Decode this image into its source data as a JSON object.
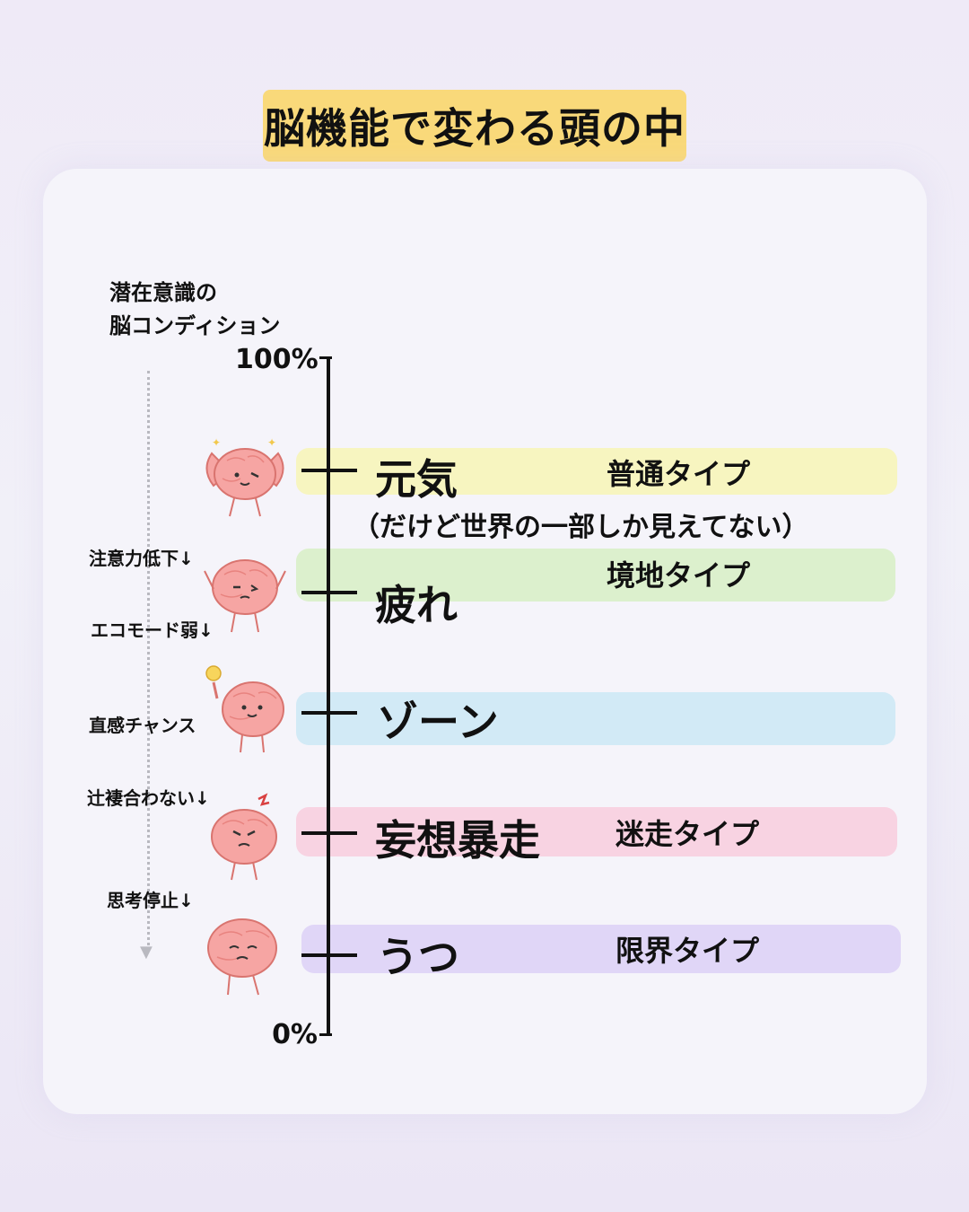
{
  "title": "脳機能で変わる頭の中",
  "axis": {
    "caption_line1": "潜在意識の",
    "caption_line2": "脳コンディション",
    "top_label": "100%",
    "bottom_label": "0%"
  },
  "levels": [
    {
      "label": "元気",
      "type": "普通タイプ",
      "note": "（だけど世界の一部しか見えてない）",
      "color": "#f7f5c0"
    },
    {
      "label": "疲れ",
      "type": "境地タイプ",
      "color": "#dcf0cd"
    },
    {
      "label": "ゾーン",
      "type": "",
      "color": "#d2eaf6"
    },
    {
      "label": "妄想暴走",
      "type": "迷走タイプ",
      "color": "#f8d3e2"
    },
    {
      "label": "うつ",
      "type": "限界タイプ",
      "color": "#e0d6f7"
    }
  ],
  "side_labels": [
    "注意力低下↓",
    "エコモード弱↓",
    "直感チャンス",
    "辻褄合わない↓",
    "思考停止↓"
  ],
  "icons": [
    "brain-flexing-icon",
    "brain-tired-icon",
    "brain-idea-icon",
    "brain-angry-icon",
    "brain-sad-icon"
  ]
}
